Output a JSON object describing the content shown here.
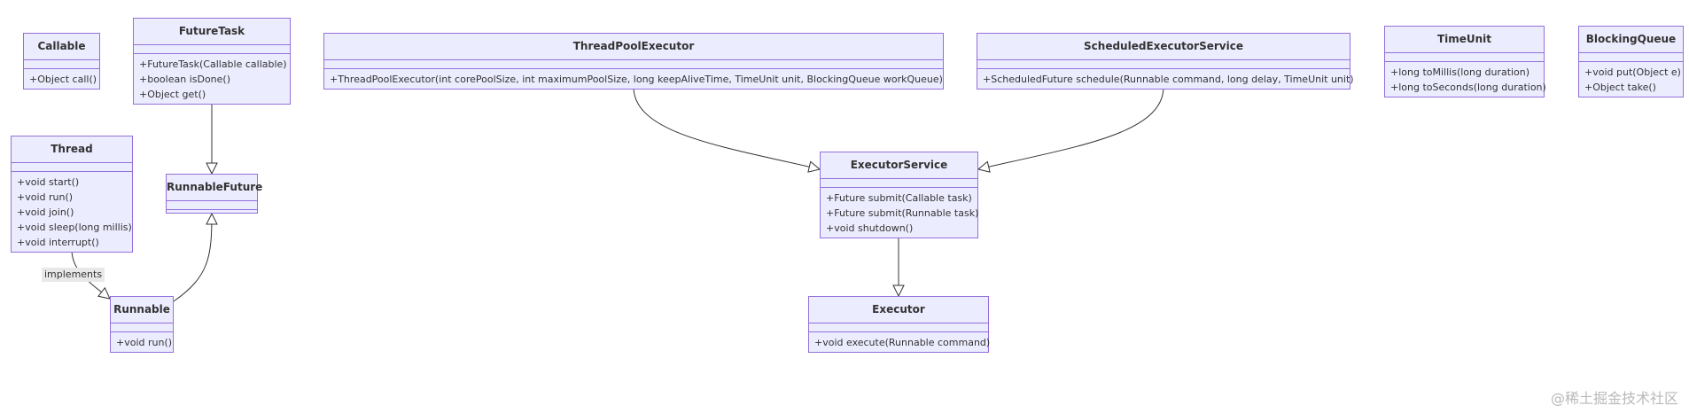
{
  "classes": {
    "callable": {
      "name": "Callable",
      "methods": [
        "+Object call()"
      ]
    },
    "futuretask": {
      "name": "FutureTask",
      "methods": [
        "+FutureTask(Callable callable)",
        "+boolean isDone()",
        "+Object get()"
      ]
    },
    "thread": {
      "name": "Thread",
      "methods": [
        "+void start()",
        "+void run()",
        "+void join()",
        "+void sleep(long millis)",
        "+void interrupt()"
      ]
    },
    "runnablefuture": {
      "name": "RunnableFuture",
      "methods": []
    },
    "runnable": {
      "name": "Runnable",
      "methods": [
        "+void run()"
      ]
    },
    "threadpoolexecutor": {
      "name": "ThreadPoolExecutor",
      "methods": [
        "+ThreadPoolExecutor(int corePoolSize, int maximumPoolSize, long keepAliveTime, TimeUnit unit, BlockingQueue workQueue)"
      ]
    },
    "scheduledexecutorservice": {
      "name": "ScheduledExecutorService",
      "methods": [
        "+ScheduledFuture schedule(Runnable command, long delay, TimeUnit unit)"
      ]
    },
    "executorservice": {
      "name": "ExecutorService",
      "methods": [
        "+Future submit(Callable task)",
        "+Future submit(Runnable task)",
        "+void shutdown()"
      ]
    },
    "executor": {
      "name": "Executor",
      "methods": [
        "+void execute(Runnable command)"
      ]
    },
    "timeunit": {
      "name": "TimeUnit",
      "methods": [
        "+long toMillis(long duration)",
        "+long toSeconds(long duration)"
      ]
    },
    "blockingqueue": {
      "name": "BlockingQueue",
      "methods": [
        "+void put(Object e)",
        "+Object take()"
      ]
    }
  },
  "relations": [
    {
      "from": "futuretask",
      "to": "runnablefuture",
      "type": "realization"
    },
    {
      "from": "runnable",
      "to": "runnablefuture",
      "type": "realization"
    },
    {
      "from": "thread",
      "to": "runnable",
      "type": "realization",
      "label": "implements"
    },
    {
      "from": "threadpoolexecutor",
      "to": "executorservice",
      "type": "realization"
    },
    {
      "from": "scheduledexecutorservice",
      "to": "executorservice",
      "type": "realization"
    },
    {
      "from": "executorservice",
      "to": "executor",
      "type": "realization"
    }
  ],
  "watermark": "@稀土掘金技术社区",
  "colors": {
    "box_fill": "#ececff",
    "box_border": "#9370db",
    "edge": "#333333",
    "label_bg": "#e8e8e8",
    "watermark": "#b9b9b9"
  }
}
